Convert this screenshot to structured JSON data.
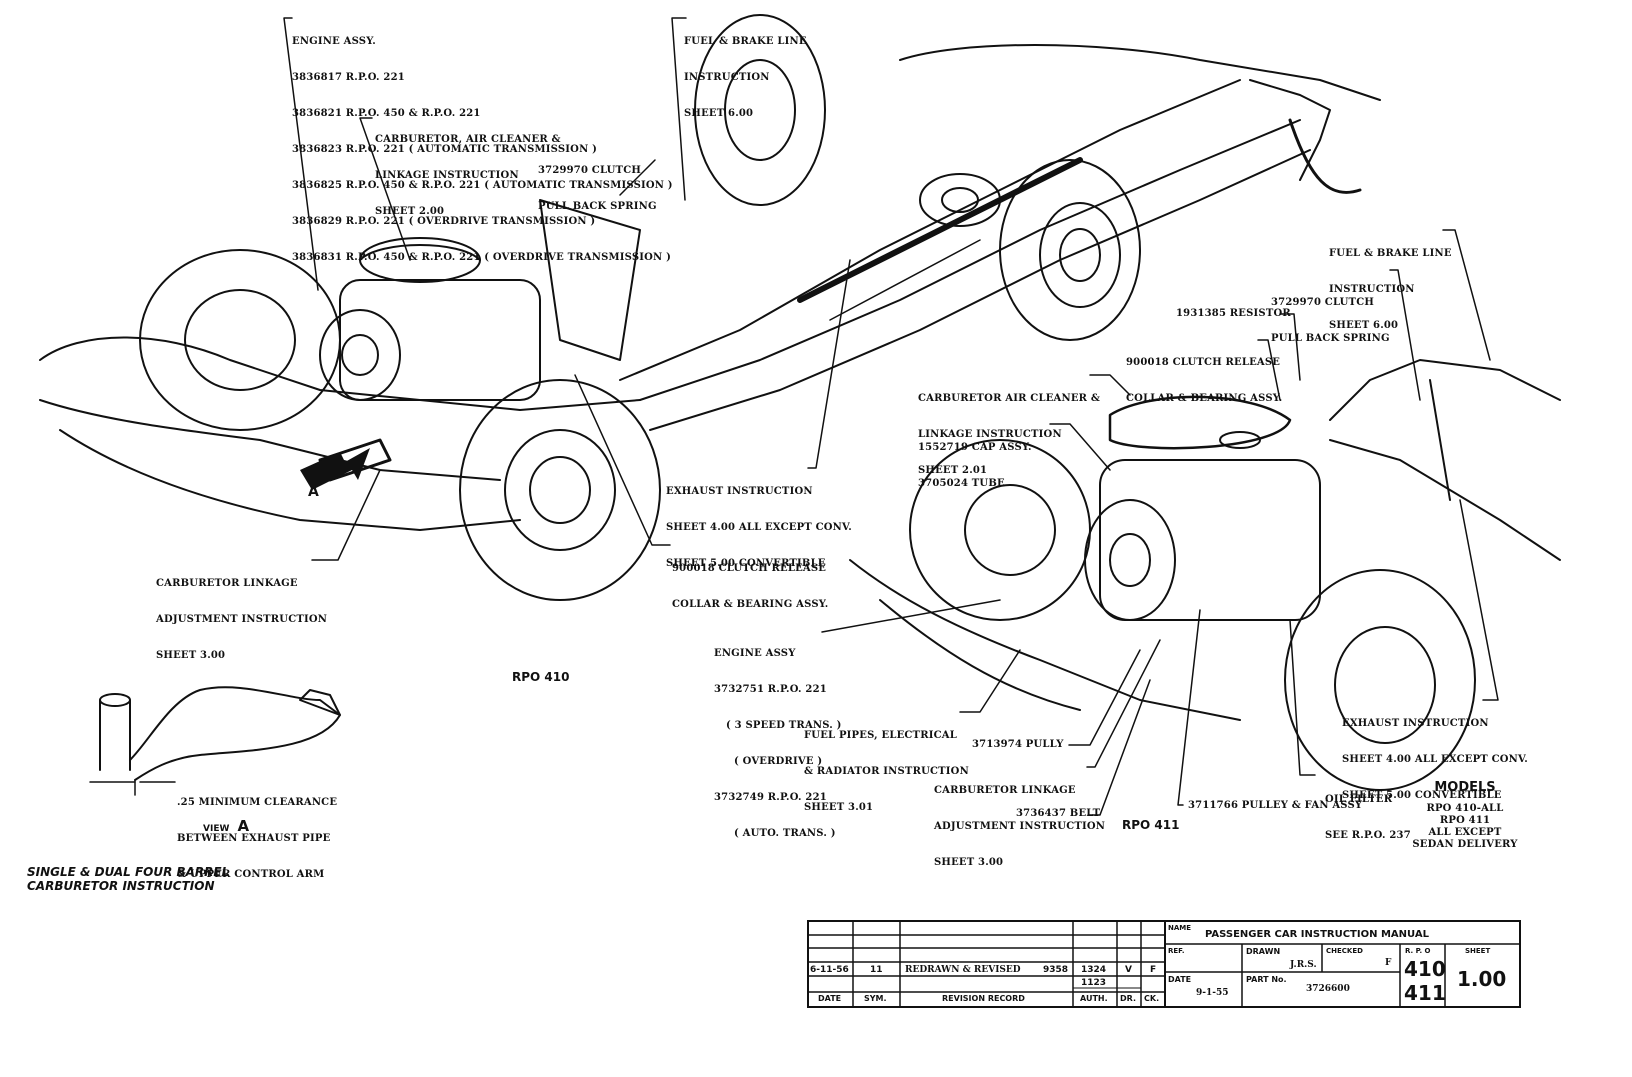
{
  "labels": {
    "engine_assy_410": {
      "title": "ENGINE ASSY.",
      "lines": [
        "3836817 R.P.O. 221",
        "3836821 R.P.O. 450 & R.P.O. 221",
        "3836823 R.P.O. 221 ( AUTOMATIC TRANSMISSION )",
        "3836825 R.P.O. 450 & R.P.O. 221 ( AUTOMATIC TRANSMISSION )",
        "3836829 R.P.O. 221 ( OVERDRIVE TRANSMISSION )",
        "3836831 R.P.O. 450 & R.P.O. 221 ( OVERDRIVE TRANSMISSION )"
      ]
    },
    "carb_air_cleaner_410": [
      "CARBURETOR, AIR CLEANER &",
      "LINKAGE INSTRUCTION",
      "SHEET 2.00"
    ],
    "clutch_spring_410": [
      "3729970 CLUTCH",
      "PULL BACK SPRING"
    ],
    "fuel_brake_410": [
      "FUEL & BRAKE LINE",
      "INSTRUCTION",
      "SHEET 6.00"
    ],
    "exhaust_410": [
      "EXHAUST INSTRUCTION",
      "SHEET 4.00 ALL EXCEPT CONV.",
      "SHEET 5.00 CONVERTIBLE"
    ],
    "clutch_release_410": [
      "900018 CLUTCH RELEASE",
      "COLLAR & BEARING ASSY."
    ],
    "carb_linkage_410": [
      "CARBURETOR LINKAGE",
      "ADJUSTMENT INSTRUCTION",
      "SHEET 3.00"
    ],
    "view_a_marker": "A",
    "rpo_410_caption": "RPO 410",
    "fuel_brake_411": [
      "FUEL & BRAKE LINE",
      "INSTRUCTION",
      "SHEET 6.00"
    ],
    "clutch_spring_411": [
      "3729970 CLUTCH",
      "PULL BACK SPRING"
    ],
    "resistor_411": "1931385 RESISTOR",
    "clutch_release_411": [
      "900018 CLUTCH RELEASE",
      "COLLAR & BEARING ASSY."
    ],
    "carb_air_cleaner_411": [
      "CARBURETOR AIR CLEANER &",
      "LINKAGE INSTRUCTION",
      "SHEET 2.01"
    ],
    "cap_assy_411": [
      "1552719 CAP ASSY.",
      "3705024 TUBE"
    ],
    "engine_assy_411": [
      "ENGINE ASSY",
      "3732751 R.P.O. 221",
      "( 3 SPEED TRANS. )",
      "( OVERDRIVE )",
      "3732749 R.P.O. 221",
      "( AUTO. TRANS. )"
    ],
    "fuel_pipes_411": [
      "FUEL PIPES, ELECTRICAL",
      "& RADIATOR INSTRUCTION",
      "SHEET 3.01"
    ],
    "pully_411": "3713974 PULLY",
    "carb_linkage_411": [
      "CARBURETOR LINKAGE",
      "ADJUSTMENT INSTRUCTION",
      "SHEET 3.00"
    ],
    "belt_411": "3736437 BELT",
    "rpo_411_caption": "RPO 411",
    "pulley_fan_411": "3711766 PULLEY & FAN ASSY",
    "oil_filter_411": [
      "OIL FILTER",
      "SEE R.P.O. 237"
    ],
    "exhaust_411": [
      "EXHAUST INSTRUCTION",
      "SHEET 4.00 ALL EXCEPT CONV.",
      "SHEET 5.00 CONVERTIBLE"
    ],
    "models": {
      "title": "MODELS",
      "lines": [
        "RPO 410-ALL",
        "RPO 411",
        "ALL EXCEPT",
        "SEDAN DELIVERY"
      ]
    },
    "clearance_note": [
      ".25 MINIMUM CLEARANCE",
      "BETWEEN EXHAUST PIPE",
      "& UPPER CONTROL ARM"
    ],
    "view_a": {
      "prefix": "VIEW",
      "letter": "A"
    },
    "drawing_title": [
      "SINGLE & DUAL FOUR BARREL",
      "CARBURETOR INSTRUCTION"
    ]
  },
  "title_block": {
    "revision": {
      "date": "6-11-56",
      "sym": "11",
      "record": "REDRAWN & REVISED",
      "record_no": "9358",
      "auth": "1324",
      "auth2": "1123",
      "dr": "V",
      "ck": "F"
    },
    "footer": {
      "date": "DATE",
      "sym": "SYM.",
      "record": "REVISION RECORD",
      "auth": "AUTH.",
      "dr": "DR.",
      "ck": "CK."
    },
    "name_label": "NAME",
    "name_value": "PASSENGER CAR INSTRUCTION MANUAL",
    "ref_label": "REF.",
    "drawn_label": "DRAWN",
    "drawn_value": "J.R.S.",
    "checked_label": "CHECKED",
    "checked_value": "F",
    "date_label": "DATE",
    "date_value": "9-1-55",
    "part_label": "PART No.",
    "part_value": "3726600",
    "rpo_label": "R. P. O",
    "rpo_values": [
      "410",
      "411"
    ],
    "sheet_label": "SHEET",
    "sheet_value": "1.00"
  }
}
